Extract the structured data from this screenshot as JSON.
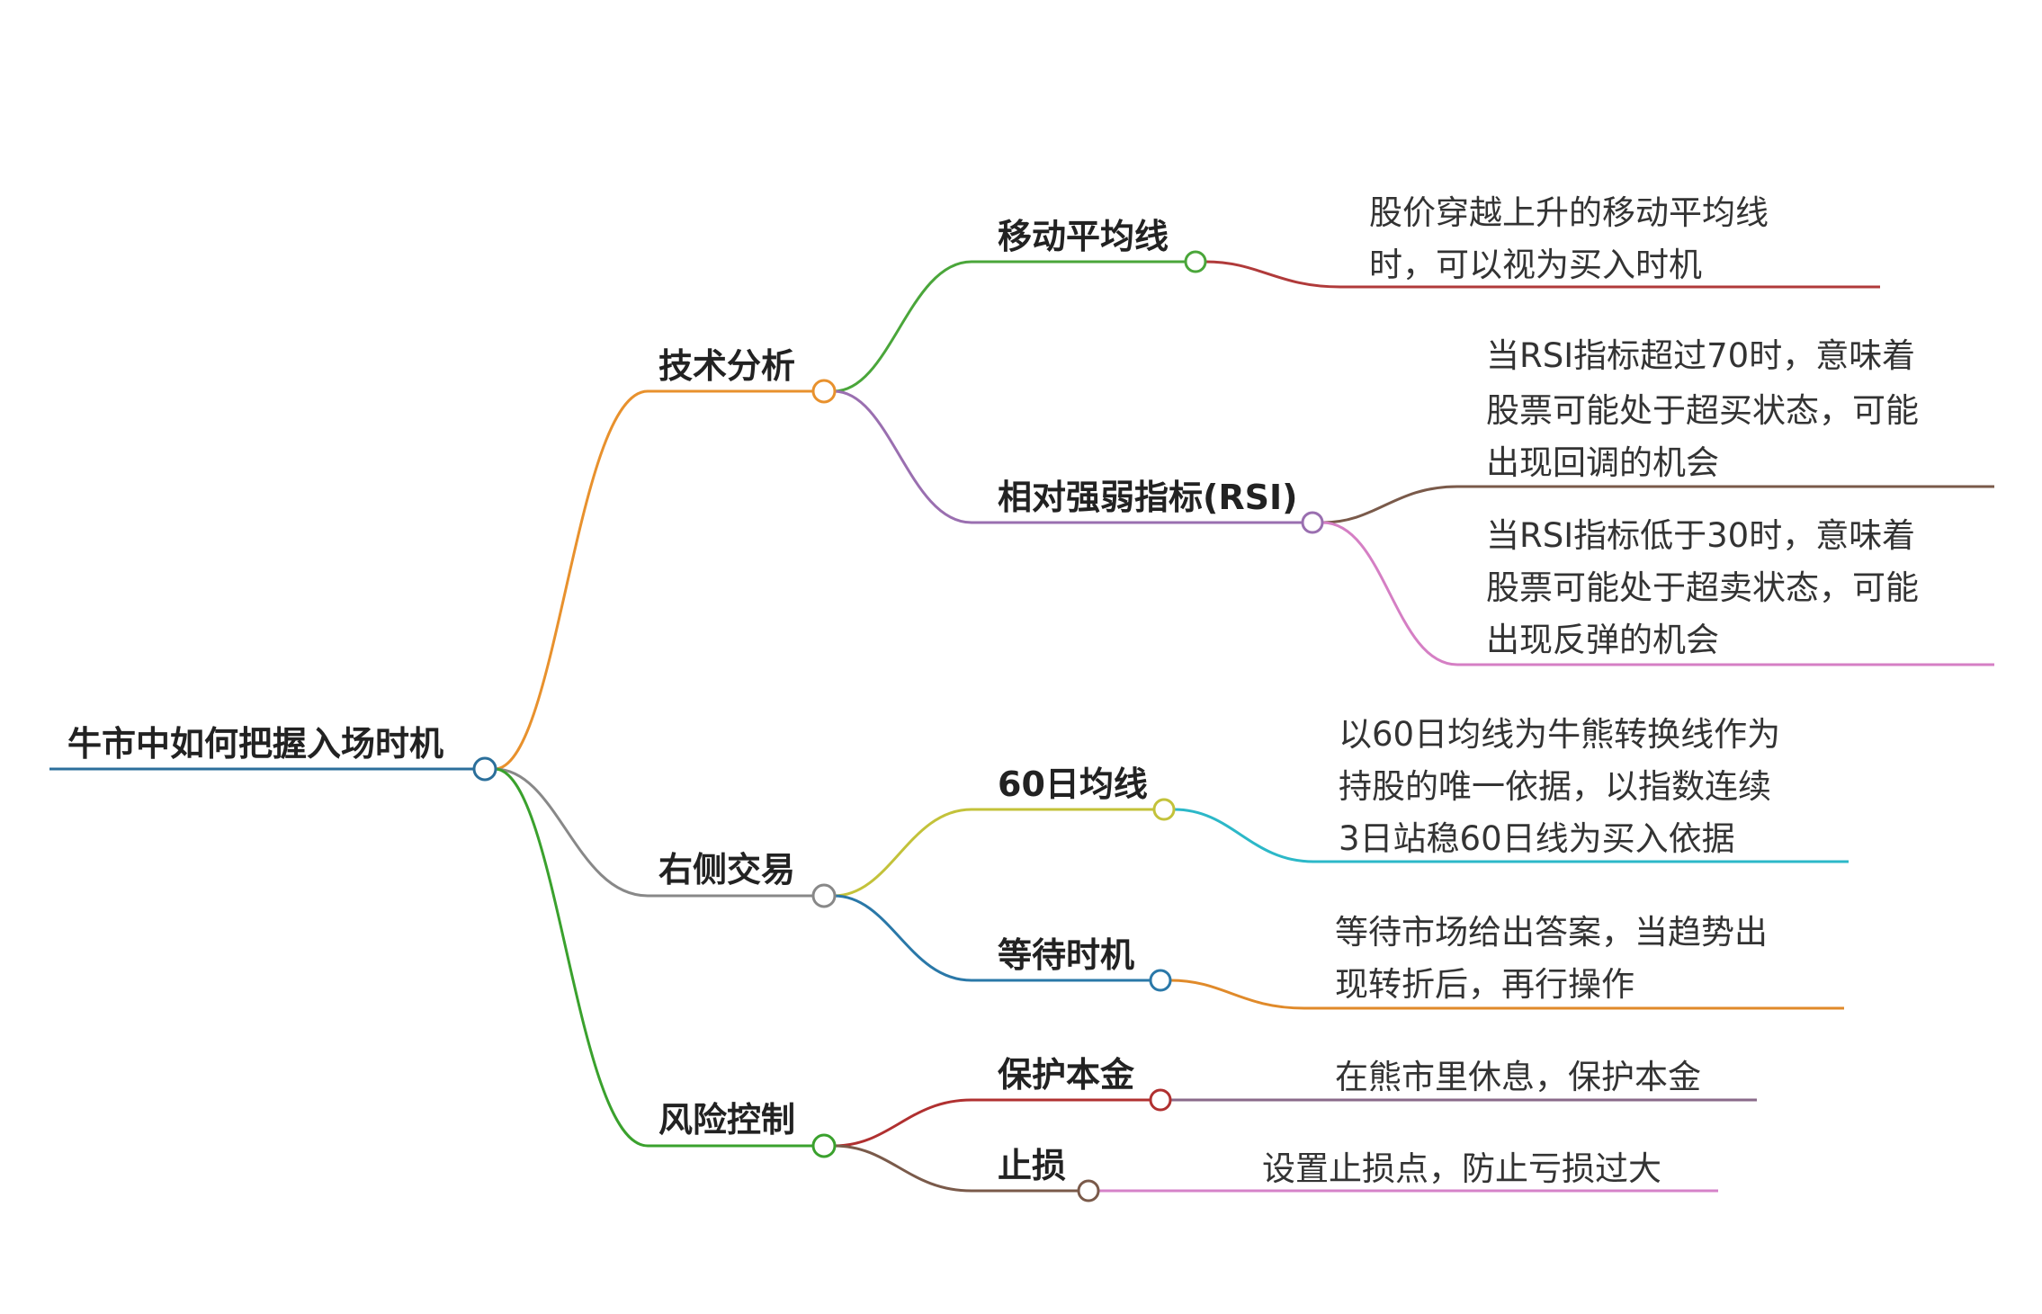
{
  "root": {
    "label": "牛市中如何把握入场时机",
    "color": "#2b6f9b"
  },
  "branches": [
    {
      "label": "技术分析",
      "color": "#e8912d",
      "children": [
        {
          "label": "移动平均线",
          "color": "#4aa63a",
          "leaves": [
            {
              "lines": [
                "股价穿越上升的移动平均线",
                "时，可以视为买入时机"
              ],
              "color": "#b03a3a"
            }
          ]
        },
        {
          "label": "相对强弱指标(RSI)",
          "color": "#9a6fb0",
          "leaves": [
            {
              "lines": [
                "当RSI指标超过70时，意味着",
                "股票可能处于超买状态，可能",
                "出现回调的机会"
              ],
              "color": "#7a5a4a"
            },
            {
              "lines": [
                "当RSI指标低于30时，意味着",
                "股票可能处于超卖状态，可能",
                "出现反弹的机会"
              ],
              "color": "#d57fc4"
            }
          ]
        }
      ]
    },
    {
      "label": "右侧交易",
      "color": "#888888",
      "children": [
        {
          "label": "60日均线",
          "color": "#c3c23a",
          "leaves": [
            {
              "lines": [
                "以60日均线为牛熊转换线作为",
                "持股的唯一依据，以指数连续",
                "3日站稳60日线为买入依据"
              ],
              "color": "#2cb8c8"
            }
          ]
        },
        {
          "label": "等待时机",
          "color": "#2a78a8",
          "leaves": [
            {
              "lines": [
                "等待市场给出答案，当趋势出",
                "现转折后，再行操作"
              ],
              "color": "#e08a2a"
            }
          ]
        }
      ]
    },
    {
      "label": "风险控制",
      "color": "#3aa12d",
      "children": [
        {
          "label": "保护本金",
          "color": "#b03030",
          "leaves": [
            {
              "lines": [
                "在熊市里休息，保护本金"
              ],
              "color": "#8a6a8a"
            }
          ]
        },
        {
          "label": "止损",
          "color": "#7a5a4a",
          "leaves": [
            {
              "lines": [
                "设置止损点，防止亏损过大"
              ],
              "color": "#d582c8"
            }
          ]
        }
      ]
    }
  ]
}
